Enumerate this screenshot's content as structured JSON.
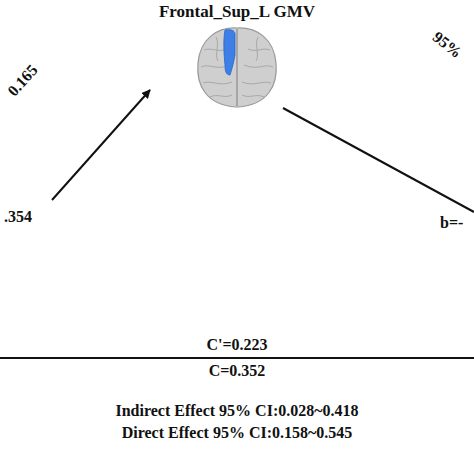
{
  "diagram": {
    "nodes": [
      {
        "text": [
          "Frontal_Sup_L GMV"
        ]
      }
    ],
    "labels": [
      "0.165",
      ".354",
      "95%",
      "b=-",
      "C'=0.223",
      "C=0.352",
      "Indirect Effect 95% CI:0.028~0.418",
      "Direct Effect 95% CI:0.158~0.545"
    ]
  }
}
